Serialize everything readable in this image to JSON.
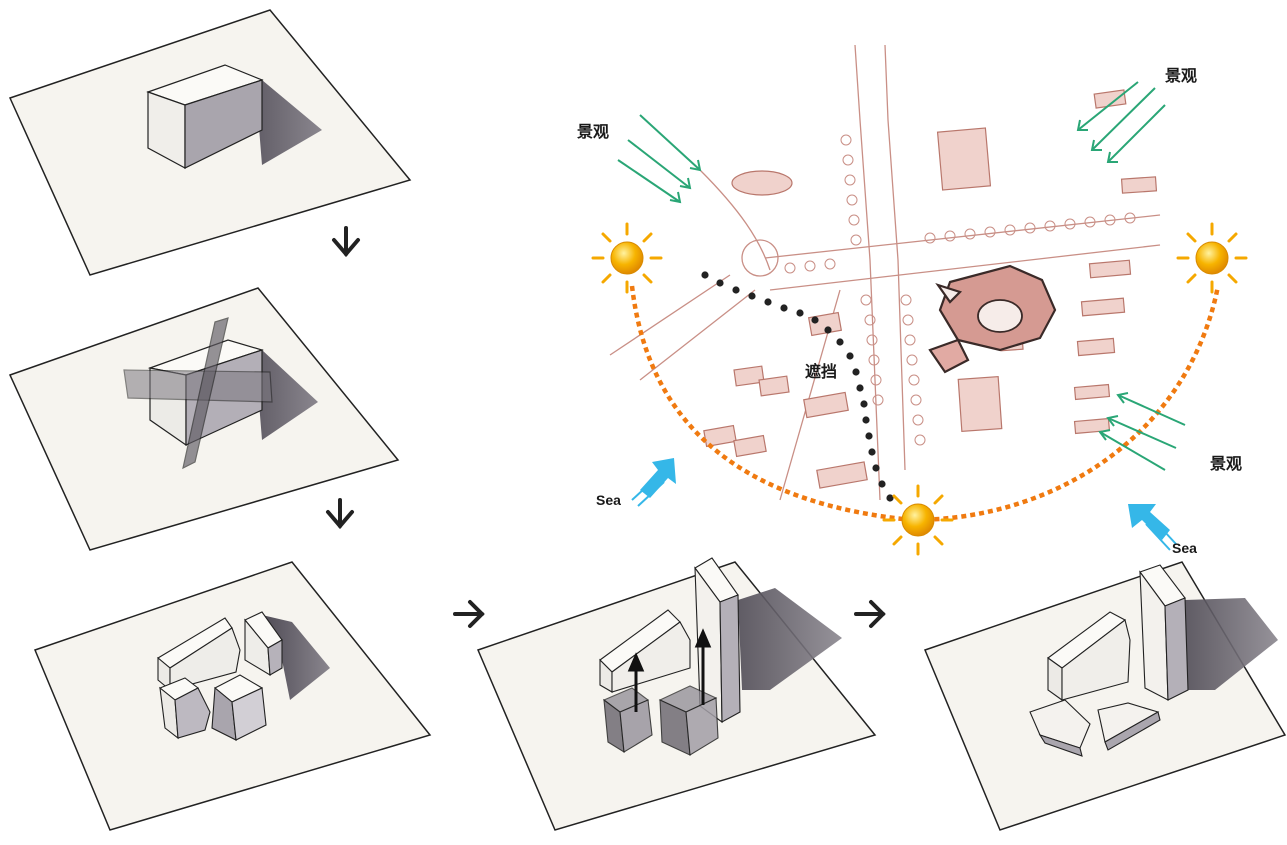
{
  "labels": {
    "landscape_top_left": "景观",
    "landscape_top_right": "景观",
    "landscape_right": "景观",
    "blocking": "遮挡",
    "sea_left": "Sea",
    "sea_right": "Sea"
  },
  "colors": {
    "sun": "#f5a800",
    "sun_path": "#f07a10",
    "landscape_arrow": "#2aa676",
    "sea_arrow": "#35b7e8",
    "map_line": "#c98f86",
    "map_fill": "#e7b9b0",
    "building_dark": "#8e8a92",
    "shadow": "#6e6a72"
  },
  "icons": [
    "sun-icon",
    "down-arrow-icon",
    "right-arrow-icon",
    "sea-arrow-icon",
    "landscape-arrow-icon"
  ]
}
